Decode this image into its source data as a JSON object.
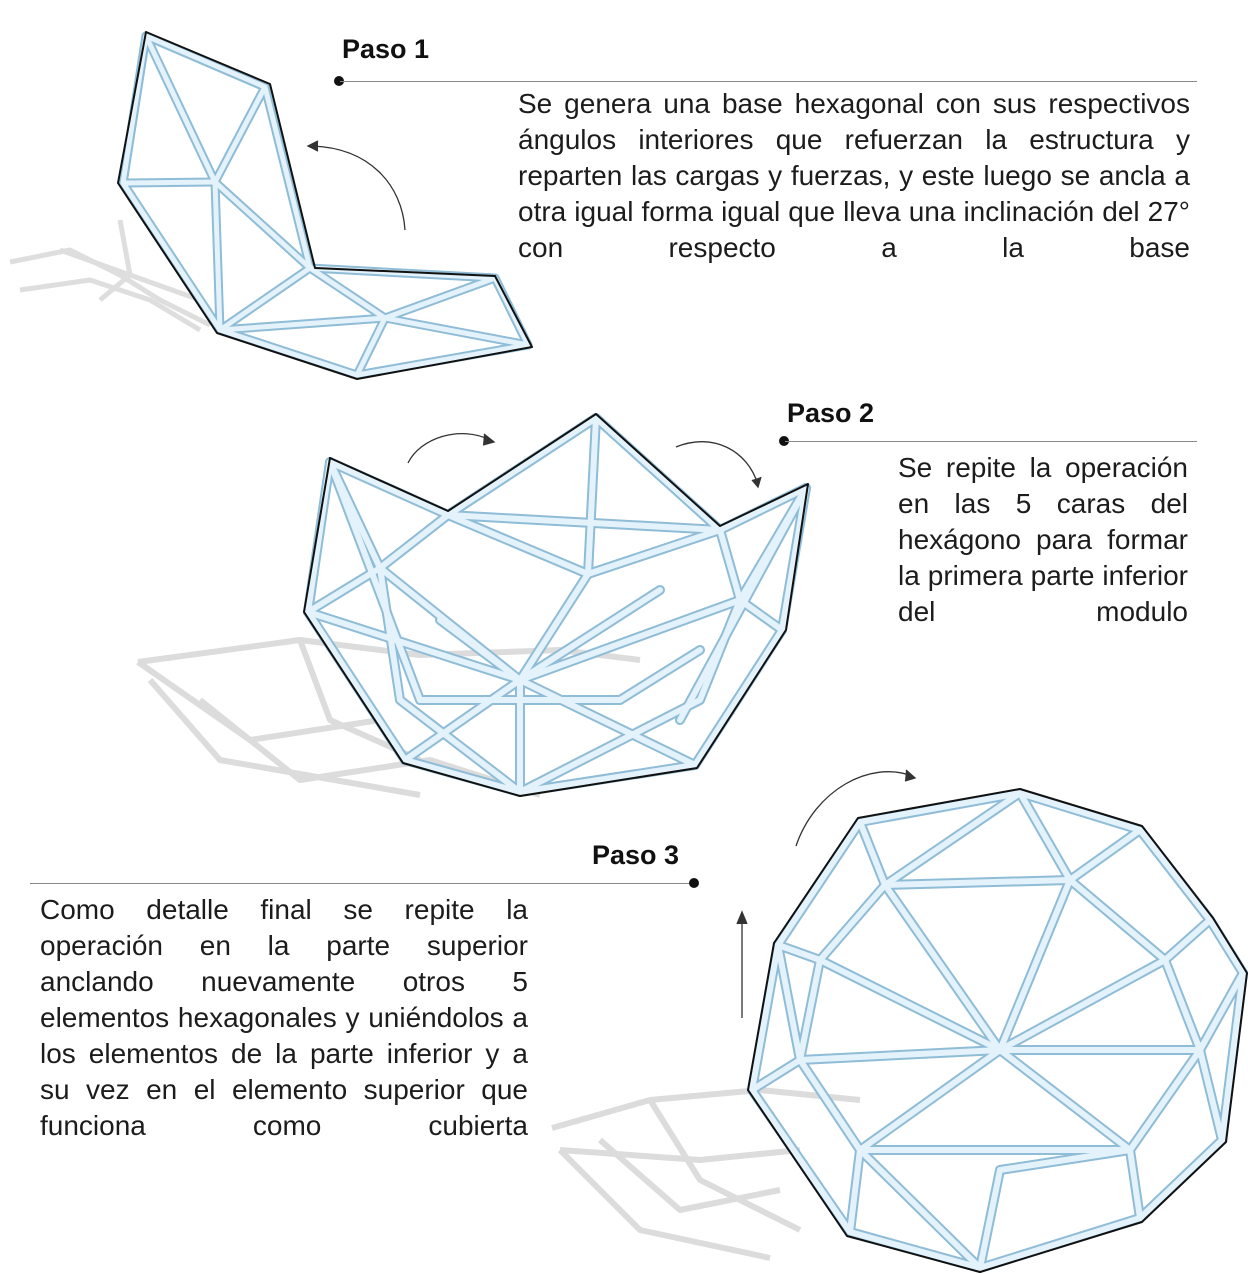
{
  "steps": [
    {
      "title": "Paso 1",
      "text": "Se genera una base hexagonal con sus respectivos ángulos interiores que refuerzan la estructura y reparten las cargas y fuerzas, y este luego se ancla a otra igual forma igual que lleva una inclinación del 27° con respecto a la base"
    },
    {
      "title": "Paso 2",
      "text": "Se repite la operación en las 5 caras del hexágono para formar la primera parte inferior del modulo"
    },
    {
      "title": "Paso 3",
      "text": "Como detalle final se repite la operación en la parte superior anclando nuevamente otros 5 elementos hexagonales y uniéndolos a los elementos de la parte inferior y a su vez en el elemento superior que funciona como cubierta"
    }
  ],
  "colors": {
    "strut_fill": "#dff0fa",
    "strut_edge": "#8fbcd6",
    "outline": "#111111",
    "shadow": "#dcdcdc",
    "rule": "#8a8a8a"
  }
}
